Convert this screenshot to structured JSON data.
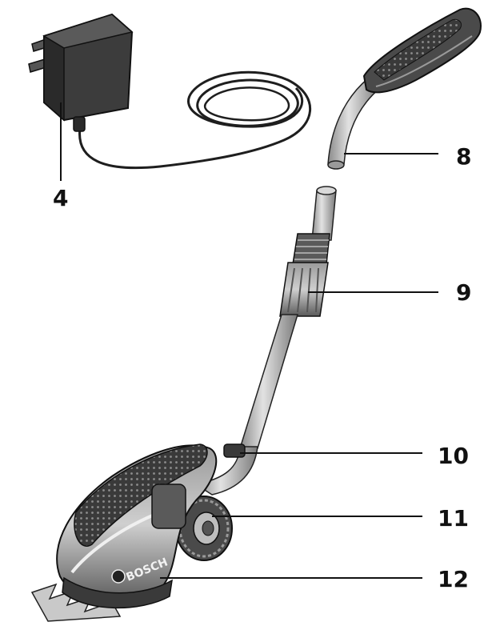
{
  "callouts": {
    "charger": "4",
    "handle": "8",
    "telescopic_clamp": "9",
    "connector": "10",
    "wheel_adjuster": "11",
    "shear_body": "12"
  },
  "brand_mark": "BOSCH",
  "colors": {
    "ink": "#111111",
    "body_dark": "#2a2a2a",
    "body_mid": "#6f6f6f",
    "body_light": "#c9c9c9",
    "tube": "#b5b5b5"
  }
}
